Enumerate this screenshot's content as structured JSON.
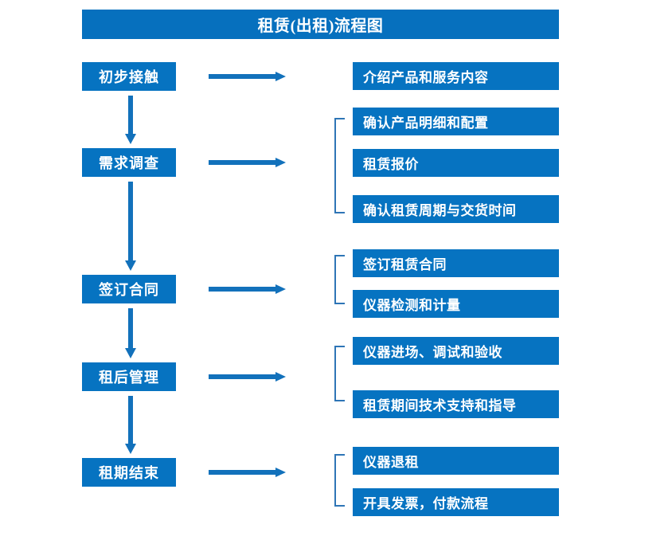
{
  "diagram": {
    "title": "租赁(出租)流程图",
    "colors": {
      "title_bar": "#0670BE",
      "box": "#0673C1",
      "arrow": "#1271BB",
      "bracket": "#2E75B6",
      "text": "#FFFFFF",
      "background": "#FFFFFF"
    },
    "stages": [
      {
        "id": "stage-1",
        "label": "初步接触"
      },
      {
        "id": "stage-2",
        "label": "需求调查"
      },
      {
        "id": "stage-3",
        "label": "签订合同"
      },
      {
        "id": "stage-4",
        "label": "租后管理"
      },
      {
        "id": "stage-5",
        "label": "租期结束"
      }
    ],
    "details": [
      {
        "id": "detail-1",
        "label": "介绍产品和服务内容",
        "stage": "初步接触"
      },
      {
        "id": "detail-2",
        "label": "确认产品明细和配置",
        "stage": "需求调查"
      },
      {
        "id": "detail-3",
        "label": "租赁报价",
        "stage": "需求调查"
      },
      {
        "id": "detail-4",
        "label": "确认租赁周期与交货时间",
        "stage": "需求调查"
      },
      {
        "id": "detail-5",
        "label": "签订租赁合同",
        "stage": "签订合同"
      },
      {
        "id": "detail-6",
        "label": "仪器检测和计量",
        "stage": "签订合同"
      },
      {
        "id": "detail-7",
        "label": "仪器进场、调试和验收",
        "stage": "租后管理"
      },
      {
        "id": "detail-8",
        "label": "租赁期间技术支持和指导",
        "stage": "租后管理"
      },
      {
        "id": "detail-9",
        "label": "仪器退租",
        "stage": "租期结束"
      },
      {
        "id": "detail-10",
        "label": "开具发票，付款流程",
        "stage": "租期结束"
      }
    ],
    "connectors": {
      "horizontal_arrow_icon": "arrow-right-icon",
      "vertical_arrow_icon": "arrow-down-icon",
      "bracket_icon": "bracket-left-icon"
    }
  }
}
